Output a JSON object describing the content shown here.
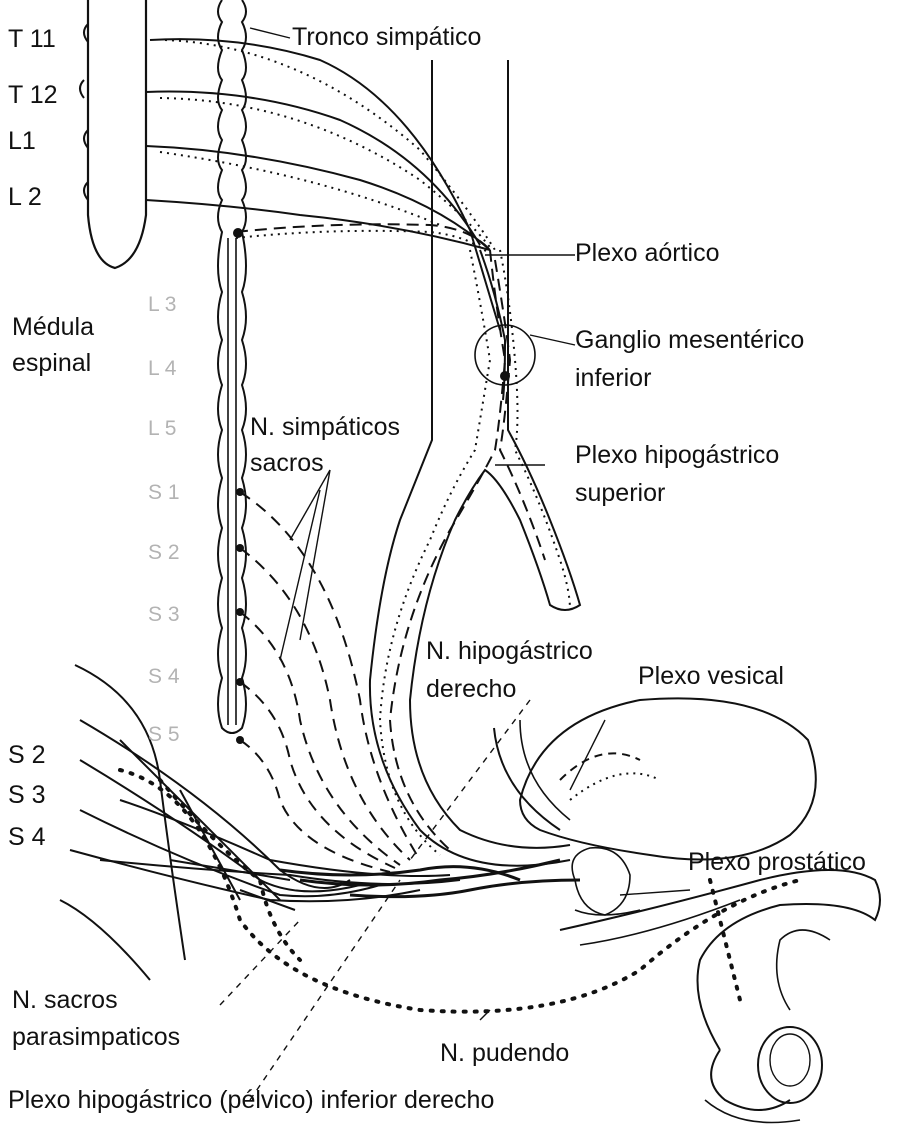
{
  "segments_upper": [
    "T 11",
    "T 12",
    "L1",
    "L 2"
  ],
  "segments_faint": [
    "L 3",
    "L 4",
    "L 5",
    "S 1",
    "S 2",
    "S 3",
    "S 4",
    "S 5"
  ],
  "segments_lower": [
    "S 2",
    "S 3",
    "S 4"
  ],
  "labels": {
    "tronco_simpatico": "Tronco simpático",
    "plexo_aortico": "Plexo aórtico",
    "medula_1": "Médula",
    "medula_2": "espinal",
    "ganglio_1": "Ganglio mesentérico",
    "ganglio_2": "inferior",
    "hipogastrico_sup_1": "Plexo hipogástrico",
    "hipogastrico_sup_2": "superior",
    "simpaticos_sacros_1": "N. simpáticos",
    "simpaticos_sacros_2": "sacros",
    "hipogastrico_der_1": "N. hipogástrico",
    "hipogastrico_der_2": "derecho",
    "plexo_vesical": "Plexo vesical",
    "plexo_prostatico": "Plexo prostático",
    "sacros_parasimp_1": "N. sacros",
    "sacros_parasimp_2": "parasimpaticos",
    "pudendo": "N. pudendo",
    "hipogastrico_inf": "Plexo hipogástrico (pélvico) inferior derecho"
  }
}
